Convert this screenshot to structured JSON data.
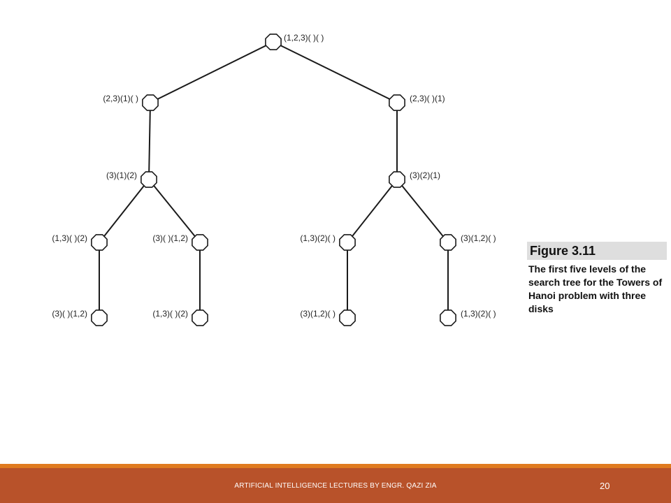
{
  "figure": {
    "nodes": [
      {
        "id": "root",
        "label": "(1,2,3)( )( )"
      },
      {
        "id": "l1-left",
        "label": "(2,3)(1)( )"
      },
      {
        "id": "l1-right",
        "label": "(2,3)( )(1)"
      },
      {
        "id": "l2-left",
        "label": "(3)(1)(2)"
      },
      {
        "id": "l2-right",
        "label": "(3)(2)(1)"
      },
      {
        "id": "l3-a",
        "label": "(1,3)( )(2)"
      },
      {
        "id": "l3-b",
        "label": "(3)( )(1,2)"
      },
      {
        "id": "l3-c",
        "label": "(1,3)(2)( )"
      },
      {
        "id": "l3-d",
        "label": "(3)(1,2)( )"
      },
      {
        "id": "l4-a",
        "label": "(3)( )(1,2)"
      },
      {
        "id": "l4-b",
        "label": "(1,3)( )(2)"
      },
      {
        "id": "l4-c",
        "label": "(3)(1,2)( )"
      },
      {
        "id": "l4-d",
        "label": "(1,3)(2)( )"
      }
    ],
    "edges": [
      [
        "root",
        "l1-left"
      ],
      [
        "root",
        "l1-right"
      ],
      [
        "l1-left",
        "l2-left"
      ],
      [
        "l1-right",
        "l2-right"
      ],
      [
        "l2-left",
        "l3-a"
      ],
      [
        "l2-left",
        "l3-b"
      ],
      [
        "l2-right",
        "l3-c"
      ],
      [
        "l2-right",
        "l3-d"
      ],
      [
        "l3-a",
        "l4-a"
      ],
      [
        "l3-b",
        "l4-b"
      ],
      [
        "l3-c",
        "l4-c"
      ],
      [
        "l3-d",
        "l4-d"
      ]
    ]
  },
  "caption": {
    "title": "Figure 3.11",
    "text": "The first five levels of the search tree for the Towers of Hanoi problem with three disks"
  },
  "footer": {
    "text": "ARTIFICIAL INTELLIGENCE LECTURES BY ENGR. QAZI ZIA",
    "page_number": "20"
  },
  "colors": {
    "footer_bar": "#b8522a",
    "accent_line": "#e07b1f",
    "caption_title_bg": "#dedede"
  }
}
